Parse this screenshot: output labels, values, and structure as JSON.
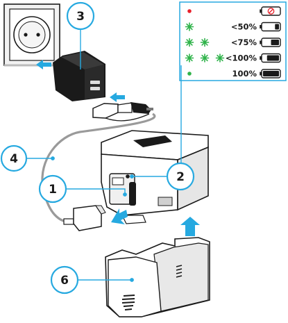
{
  "callouts": [
    {
      "id": "c3",
      "label": "3"
    },
    {
      "id": "c4",
      "label": "4"
    },
    {
      "id": "c2",
      "label": "2"
    },
    {
      "id": "c1",
      "label": "1"
    },
    {
      "id": "c6",
      "label": "6"
    }
  ],
  "legend": {
    "rows": [
      {
        "leds": 1,
        "led_color": "#e8202a",
        "led_style": "dot",
        "text": "",
        "level": 0,
        "icon": "battery-empty-icon"
      },
      {
        "leds": 1,
        "led_color": "#2fb34a",
        "led_style": "blink",
        "text": "<50%",
        "level": 0.25,
        "icon": "battery-25-icon"
      },
      {
        "leds": 2,
        "led_color": "#2fb34a",
        "led_style": "blink",
        "text": "<75%",
        "level": 0.5,
        "icon": "battery-50-icon"
      },
      {
        "leds": 3,
        "led_color": "#2fb34a",
        "led_style": "blink",
        "text": "<100%",
        "level": 0.75,
        "icon": "battery-75-icon"
      },
      {
        "leds": 1,
        "led_color": "#2fb34a",
        "led_style": "dot",
        "text": "100%",
        "level": 1,
        "icon": "battery-full-icon"
      }
    ]
  },
  "colors": {
    "accent": "#26a9e0",
    "outline": "#1a1a1a",
    "cable": "#9a9a9a",
    "device_fill": "#ffffff",
    "shade": "#e6e6e6"
  }
}
